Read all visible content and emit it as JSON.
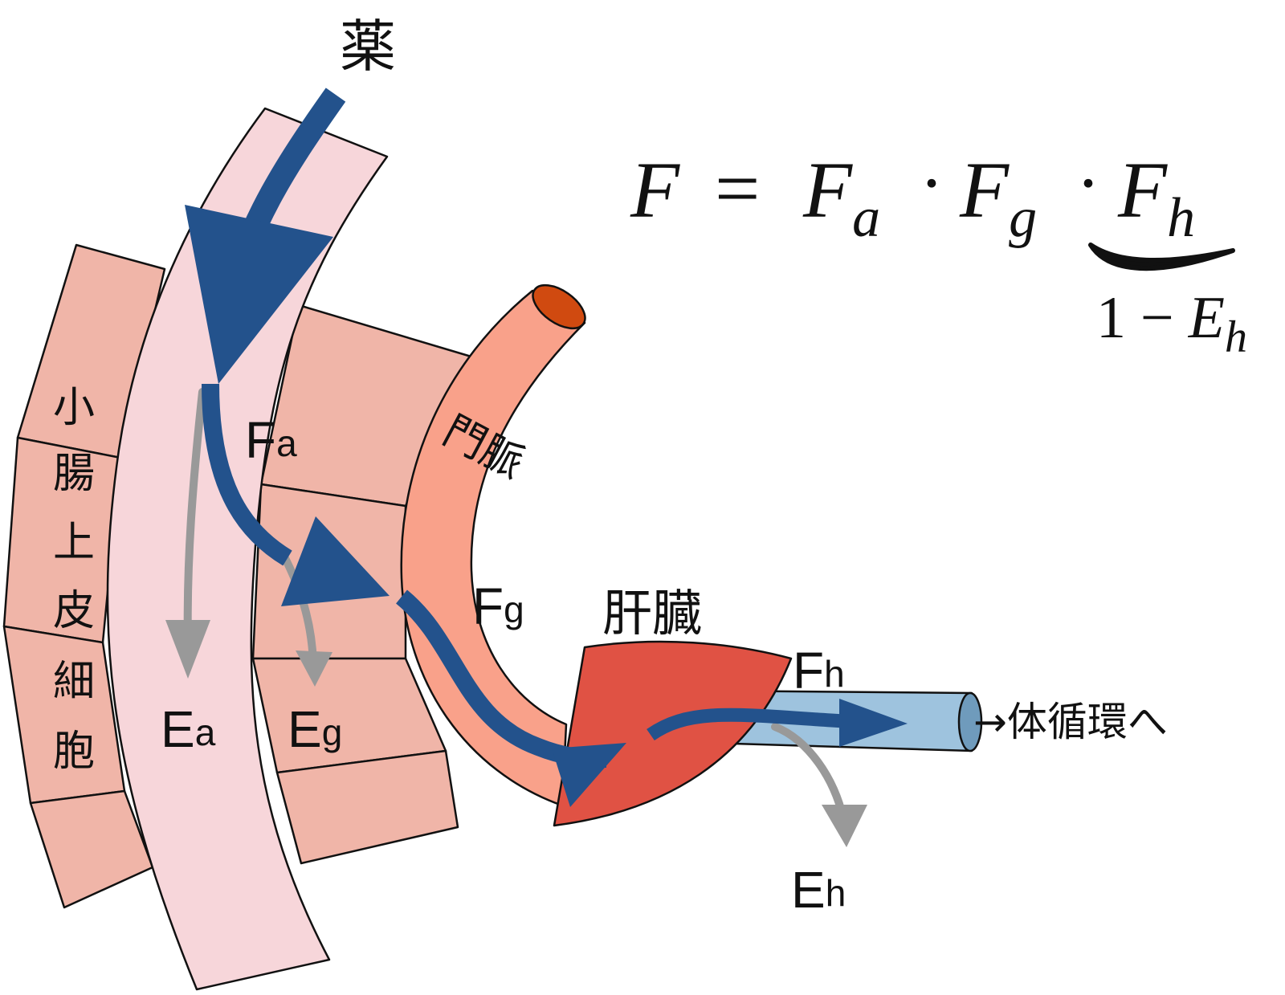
{
  "labels": {
    "drug": "薬",
    "epithelium": [
      "小",
      "腸",
      "上",
      "皮",
      "細",
      "胞"
    ],
    "portal_vein": "門脈",
    "liver": "肝臓",
    "to_circulation": "→体循環へ"
  },
  "flow_labels": {
    "Fa": {
      "main": "F",
      "sub": "a"
    },
    "Fg": {
      "main": "F",
      "sub": "g"
    },
    "Fh": {
      "main": "F",
      "sub": "h"
    },
    "Ea": {
      "main": "E",
      "sub": "a"
    },
    "Eg": {
      "main": "E",
      "sub": "g"
    },
    "Eh": {
      "main": "E",
      "sub": "h"
    }
  },
  "formula": {
    "lhs": "F",
    "equals": "=",
    "terms": [
      {
        "main": "F",
        "sub": "a"
      },
      {
        "main": "F",
        "sub": "g"
      },
      {
        "main": "F",
        "sub": "h"
      }
    ],
    "dot": "·",
    "brace_note": {
      "one": "1",
      "minus": "−",
      "main": "E",
      "sub": "h"
    }
  },
  "colors": {
    "main_arrow": "#23528c",
    "loss_arrow": "#999999",
    "lumen": "#f7d6da",
    "cells": "#f0b5a8",
    "portal_vein": "#f9a18a",
    "portal_opening": "#d04a10",
    "liver": "#e05244",
    "vessel": "#9ec3de"
  }
}
